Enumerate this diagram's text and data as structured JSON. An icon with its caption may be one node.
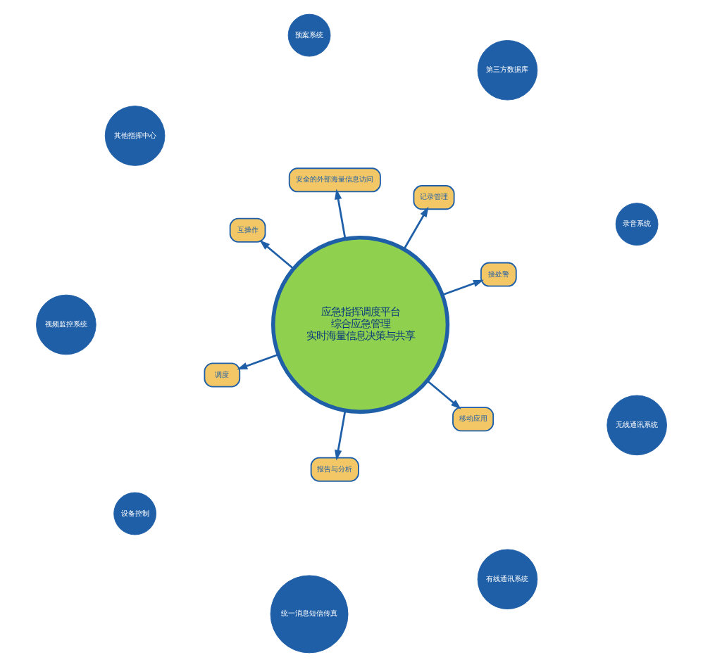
{
  "diagram": {
    "nodes": [
      {
        "text": [
          "应急指挥调度平台",
          "综合应急管理",
          "实时海量信息决策与共享"
        ]
      },
      {
        "text": [
          "接处警"
        ]
      },
      {
        "text": [
          "记录管理"
        ]
      },
      {
        "text": [
          "安全的外部海量信息访问"
        ]
      },
      {
        "text": [
          "互操作"
        ]
      },
      {
        "text": [
          "调度"
        ]
      },
      {
        "text": [
          "报告与分析"
        ]
      },
      {
        "text": [
          "移动应用"
        ]
      },
      {
        "text": [
          "有线通讯系统"
        ]
      },
      {
        "text": [
          "录音系统"
        ]
      },
      {
        "text": [
          "第三方数据库"
        ]
      },
      {
        "text": [
          "预案系统"
        ]
      },
      {
        "text": [
          "其他指挥中心"
        ]
      },
      {
        "text": [
          "视频监控系统"
        ]
      },
      {
        "text": [
          "设备控制"
        ]
      },
      {
        "text": [
          "统一消息短信传真"
        ]
      },
      {
        "text": [
          "无线通讯系统"
        ]
      }
    ],
    "edges": [
      {
        "from": 0,
        "to": 1,
        "arrow": "to"
      },
      {
        "from": 0,
        "to": 2,
        "arrow": "to"
      },
      {
        "from": 0,
        "to": 3,
        "arrow": "to"
      },
      {
        "from": 0,
        "to": 4,
        "arrow": "to"
      },
      {
        "from": 0,
        "to": 5,
        "arrow": "to"
      },
      {
        "from": 0,
        "to": 6,
        "arrow": "to"
      },
      {
        "from": 0,
        "to": 7,
        "arrow": "to"
      }
    ]
  }
}
